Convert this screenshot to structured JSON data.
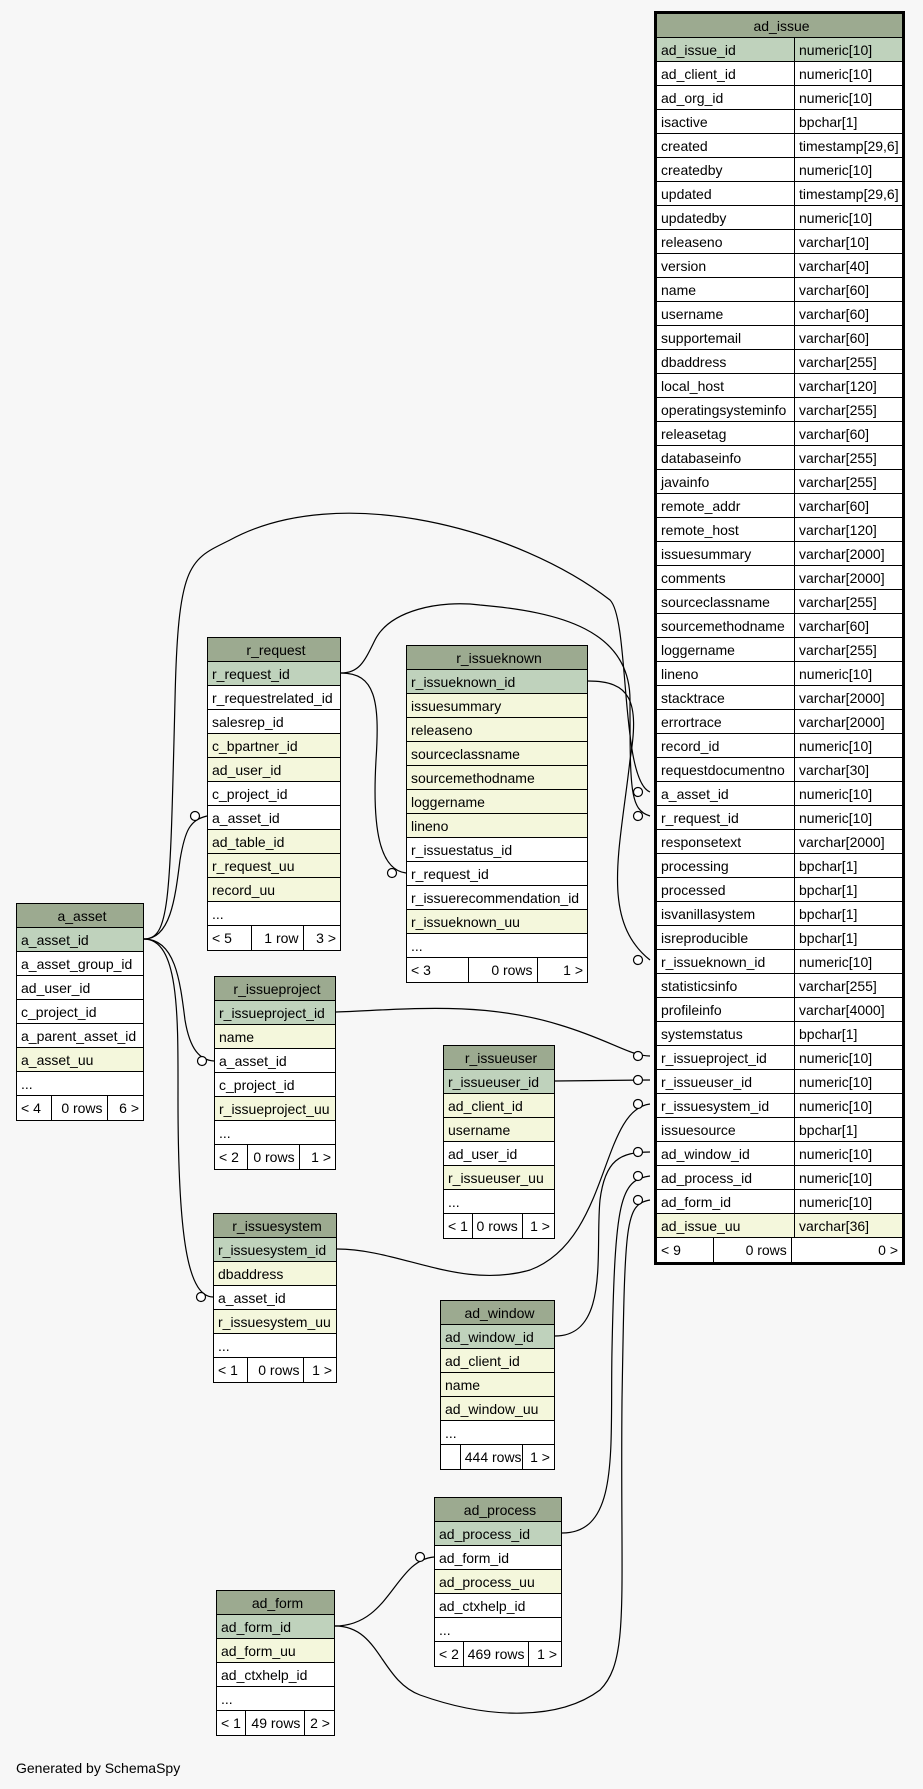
{
  "footer": "Generated by SchemaSpy",
  "tables": [
    {
      "id": "ad_issue",
      "name": "ad_issue",
      "main": true,
      "columns": [
        {
          "name": "ad_issue_id",
          "type": "numeric[10]",
          "kind": "pk"
        },
        {
          "name": "ad_client_id",
          "type": "numeric[10]"
        },
        {
          "name": "ad_org_id",
          "type": "numeric[10]"
        },
        {
          "name": "isactive",
          "type": "bpchar[1]"
        },
        {
          "name": "created",
          "type": "timestamp[29,6]"
        },
        {
          "name": "createdby",
          "type": "numeric[10]"
        },
        {
          "name": "updated",
          "type": "timestamp[29,6]"
        },
        {
          "name": "updatedby",
          "type": "numeric[10]"
        },
        {
          "name": "releaseno",
          "type": "varchar[10]"
        },
        {
          "name": "version",
          "type": "varchar[40]"
        },
        {
          "name": "name",
          "type": "varchar[60]"
        },
        {
          "name": "username",
          "type": "varchar[60]"
        },
        {
          "name": "supportemail",
          "type": "varchar[60]"
        },
        {
          "name": "dbaddress",
          "type": "varchar[255]"
        },
        {
          "name": "local_host",
          "type": "varchar[120]"
        },
        {
          "name": "operatingsysteminfo",
          "type": "varchar[255]"
        },
        {
          "name": "releasetag",
          "type": "varchar[60]"
        },
        {
          "name": "databaseinfo",
          "type": "varchar[255]"
        },
        {
          "name": "javainfo",
          "type": "varchar[255]"
        },
        {
          "name": "remote_addr",
          "type": "varchar[60]"
        },
        {
          "name": "remote_host",
          "type": "varchar[120]"
        },
        {
          "name": "issuesummary",
          "type": "varchar[2000]"
        },
        {
          "name": "comments",
          "type": "varchar[2000]"
        },
        {
          "name": "sourceclassname",
          "type": "varchar[255]"
        },
        {
          "name": "sourcemethodname",
          "type": "varchar[60]"
        },
        {
          "name": "loggername",
          "type": "varchar[255]"
        },
        {
          "name": "lineno",
          "type": "numeric[10]"
        },
        {
          "name": "stacktrace",
          "type": "varchar[2000]"
        },
        {
          "name": "errortrace",
          "type": "varchar[2000]"
        },
        {
          "name": "record_id",
          "type": "numeric[10]"
        },
        {
          "name": "requestdocumentno",
          "type": "varchar[30]"
        },
        {
          "name": "a_asset_id",
          "type": "numeric[10]"
        },
        {
          "name": "r_request_id",
          "type": "numeric[10]"
        },
        {
          "name": "responsetext",
          "type": "varchar[2000]"
        },
        {
          "name": "processing",
          "type": "bpchar[1]"
        },
        {
          "name": "processed",
          "type": "bpchar[1]"
        },
        {
          "name": "isvanillasystem",
          "type": "bpchar[1]"
        },
        {
          "name": "isreproducible",
          "type": "bpchar[1]"
        },
        {
          "name": "r_issueknown_id",
          "type": "numeric[10]"
        },
        {
          "name": "statisticsinfo",
          "type": "varchar[255]"
        },
        {
          "name": "profileinfo",
          "type": "varchar[4000]"
        },
        {
          "name": "systemstatus",
          "type": "bpchar[1]"
        },
        {
          "name": "r_issueproject_id",
          "type": "numeric[10]"
        },
        {
          "name": "r_issueuser_id",
          "type": "numeric[10]"
        },
        {
          "name": "r_issuesystem_id",
          "type": "numeric[10]"
        },
        {
          "name": "issuesource",
          "type": "bpchar[1]"
        },
        {
          "name": "ad_window_id",
          "type": "numeric[10]"
        },
        {
          "name": "ad_process_id",
          "type": "numeric[10]"
        },
        {
          "name": "ad_form_id",
          "type": "numeric[10]"
        },
        {
          "name": "ad_issue_uu",
          "type": "varchar[36]",
          "kind": "fk"
        }
      ],
      "footer": [
        "< 9",
        "0 rows",
        "0 >"
      ]
    },
    {
      "id": "r_request",
      "name": "r_request",
      "columns": [
        {
          "name": "r_request_id",
          "kind": "pk"
        },
        {
          "name": "r_requestrelated_id"
        },
        {
          "name": "salesrep_id"
        },
        {
          "name": "c_bpartner_id",
          "kind": "fk"
        },
        {
          "name": "ad_user_id",
          "kind": "fk"
        },
        {
          "name": "c_project_id"
        },
        {
          "name": "a_asset_id"
        },
        {
          "name": "ad_table_id",
          "kind": "fk"
        },
        {
          "name": "r_request_uu",
          "kind": "fk"
        },
        {
          "name": "record_uu",
          "kind": "fk"
        },
        {
          "name": "..."
        }
      ],
      "footer": [
        "< 5",
        "1 row",
        "3 >"
      ]
    },
    {
      "id": "r_issueknown",
      "name": "r_issueknown",
      "columns": [
        {
          "name": "r_issueknown_id",
          "kind": "pk"
        },
        {
          "name": "issuesummary",
          "kind": "fk"
        },
        {
          "name": "releaseno",
          "kind": "fk"
        },
        {
          "name": "sourceclassname",
          "kind": "fk"
        },
        {
          "name": "sourcemethodname",
          "kind": "fk"
        },
        {
          "name": "loggername",
          "kind": "fk"
        },
        {
          "name": "lineno",
          "kind": "fk"
        },
        {
          "name": "r_issuestatus_id"
        },
        {
          "name": "r_request_id"
        },
        {
          "name": "r_issuerecommendation_id"
        },
        {
          "name": "r_issueknown_uu",
          "kind": "fk"
        },
        {
          "name": "..."
        }
      ],
      "footer": [
        "< 3",
        "0 rows",
        "1 >"
      ]
    },
    {
      "id": "a_asset",
      "name": "a_asset",
      "columns": [
        {
          "name": "a_asset_id",
          "kind": "pk"
        },
        {
          "name": "a_asset_group_id"
        },
        {
          "name": "ad_user_id"
        },
        {
          "name": "c_project_id"
        },
        {
          "name": "a_parent_asset_id"
        },
        {
          "name": "a_asset_uu",
          "kind": "fk"
        },
        {
          "name": "..."
        }
      ],
      "footer": [
        "< 4",
        "0 rows",
        "6 >"
      ]
    },
    {
      "id": "r_issueproject",
      "name": "r_issueproject",
      "columns": [
        {
          "name": "r_issueproject_id",
          "kind": "pk"
        },
        {
          "name": "name",
          "kind": "fk"
        },
        {
          "name": "a_asset_id"
        },
        {
          "name": "c_project_id"
        },
        {
          "name": "r_issueproject_uu",
          "kind": "fk"
        },
        {
          "name": "..."
        }
      ],
      "footer": [
        "< 2",
        "0 rows",
        "1 >"
      ]
    },
    {
      "id": "r_issueuser",
      "name": "r_issueuser",
      "columns": [
        {
          "name": "r_issueuser_id",
          "kind": "pk"
        },
        {
          "name": "ad_client_id",
          "kind": "fk"
        },
        {
          "name": "username",
          "kind": "fk"
        },
        {
          "name": "ad_user_id"
        },
        {
          "name": "r_issueuser_uu",
          "kind": "fk"
        },
        {
          "name": "..."
        }
      ],
      "footer": [
        "< 1",
        "0 rows",
        "1 >"
      ]
    },
    {
      "id": "r_issuesystem",
      "name": "r_issuesystem",
      "columns": [
        {
          "name": "r_issuesystem_id",
          "kind": "pk"
        },
        {
          "name": "dbaddress",
          "kind": "fk"
        },
        {
          "name": "a_asset_id"
        },
        {
          "name": "r_issuesystem_uu",
          "kind": "fk"
        },
        {
          "name": "..."
        }
      ],
      "footer": [
        "< 1",
        "0 rows",
        "1 >"
      ]
    },
    {
      "id": "ad_window",
      "name": "ad_window",
      "columns": [
        {
          "name": "ad_window_id",
          "kind": "pk"
        },
        {
          "name": "ad_client_id",
          "kind": "fk"
        },
        {
          "name": "name",
          "kind": "fk"
        },
        {
          "name": "ad_window_uu",
          "kind": "fk"
        },
        {
          "name": "..."
        }
      ],
      "footer": [
        "",
        "444 rows",
        "1 >"
      ]
    },
    {
      "id": "ad_process",
      "name": "ad_process",
      "columns": [
        {
          "name": "ad_process_id",
          "kind": "pk"
        },
        {
          "name": "ad_form_id"
        },
        {
          "name": "ad_process_uu",
          "kind": "fk"
        },
        {
          "name": "ad_ctxhelp_id"
        },
        {
          "name": "..."
        }
      ],
      "footer": [
        "< 2",
        "469 rows",
        "1 >"
      ]
    },
    {
      "id": "ad_form",
      "name": "ad_form",
      "columns": [
        {
          "name": "ad_form_id",
          "kind": "pk"
        },
        {
          "name": "ad_form_uu",
          "kind": "fk"
        },
        {
          "name": "ad_ctxhelp_id"
        },
        {
          "name": "..."
        }
      ],
      "footer": [
        "< 1",
        "49 rows",
        "2 >"
      ]
    }
  ]
}
